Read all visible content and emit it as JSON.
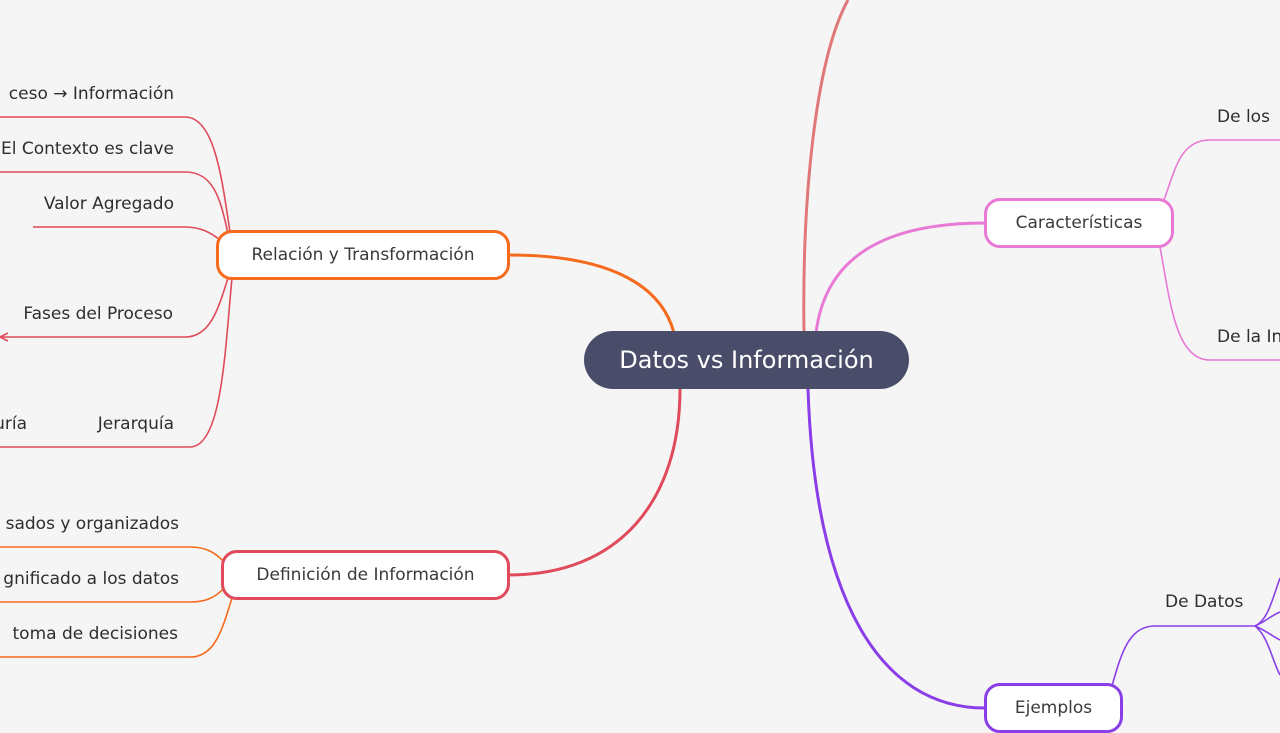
{
  "root": {
    "label": "Datos vs Información",
    "color": "#4a4d6a"
  },
  "branches": {
    "relacion": {
      "label": "Relación y Transformación",
      "color": "#f56a1c",
      "children": [
        {
          "label": "Proceso → Información",
          "visible_text": "ceso → Información"
        },
        {
          "label": "El Contexto es clave",
          "visible_text": "El Contexto es clave"
        },
        {
          "label": "Valor Agregado",
          "visible_text": "Valor Agregado"
        },
        {
          "label": "Fases del Proceso",
          "visible_text": "Fases del Proceso"
        },
        {
          "label": "Jerarquía",
          "visible_text": "Jerarquía"
        }
      ],
      "grandchild_partial": "uría"
    },
    "definicion": {
      "label": "Definición de Información",
      "color": "#e04a5a",
      "children": [
        {
          "visible_text": "sados y organizados"
        },
        {
          "visible_text": "gnificado a los datos"
        },
        {
          "visible_text": " toma de decisiones"
        }
      ]
    },
    "caracteristicas": {
      "label": "Características",
      "color": "#e87ad6",
      "children": [
        {
          "visible_text": "De los"
        },
        {
          "visible_text": "De la In"
        }
      ]
    },
    "ejemplos": {
      "label": "Ejemplos",
      "color": "#8a3ee8",
      "children": [
        {
          "visible_text": "De Datos"
        }
      ]
    },
    "top_branch": {
      "color": "#e07878"
    }
  },
  "edge_colors": {
    "relacion_children": "#e04a5a",
    "definicion_children": "#f56a1c",
    "caracteristicas_children": "#e87ad6",
    "ejemplos_children": "#8a3ee8"
  }
}
